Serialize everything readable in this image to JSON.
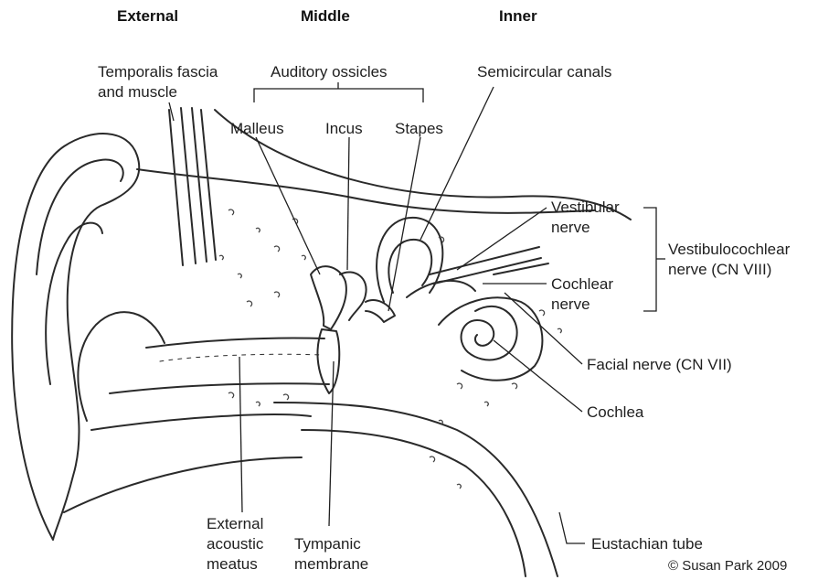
{
  "sections": {
    "external": "External",
    "middle": "Middle",
    "inner": "Inner"
  },
  "labels": {
    "temporalis_line1": "Temporalis fascia",
    "temporalis_line2": "and muscle",
    "auditory_ossicles": "Auditory ossicles",
    "semicircular_canals": "Semicircular canals",
    "malleus": "Malleus",
    "incus": "Incus",
    "stapes": "Stapes",
    "vestibular_line1": "Vestibular",
    "vestibular_line2": "nerve",
    "vestibulocochlear_line1": "Vestibulocochlear",
    "vestibulocochlear_line2": "nerve (CN VIII)",
    "cochlear_nerve_line1": "Cochlear",
    "cochlear_nerve_line2": "nerve",
    "facial_nerve": "Facial nerve (CN VII)",
    "cochlea": "Cochlea",
    "eac_line1": "External",
    "eac_line2": "acoustic",
    "eac_line3": "meatus",
    "tympanic_line1": "Tympanic",
    "tympanic_line2": "membrane",
    "eustachian_tube": "Eustachian tube"
  },
  "credit": "© Susan Park 2009"
}
